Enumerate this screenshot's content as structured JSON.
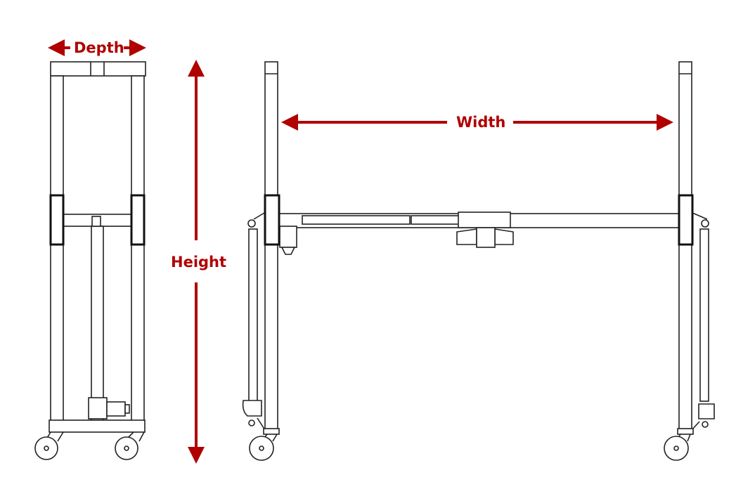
{
  "labels": {
    "depth": "Depth",
    "width": "Width",
    "height": "Height"
  },
  "colors": {
    "dimension": "#b00000",
    "line": "#222222"
  }
}
